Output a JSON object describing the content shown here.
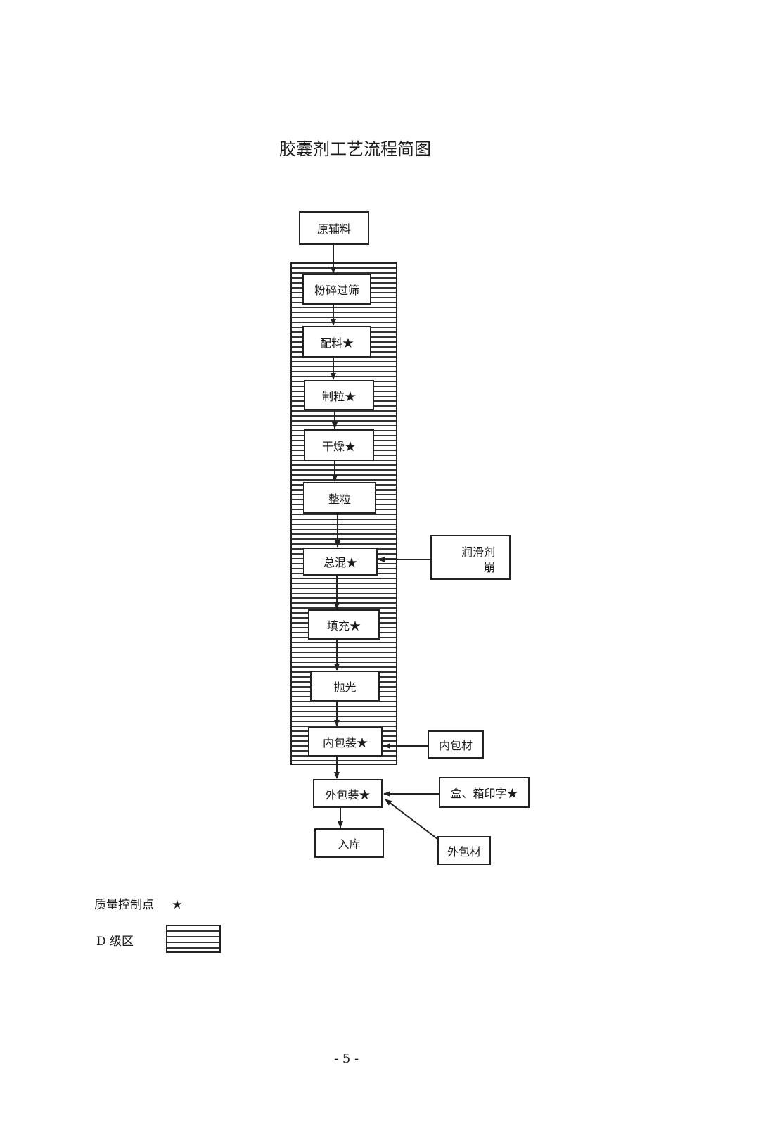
{
  "title": "胶囊剂工艺流程简图",
  "steps": {
    "raw_materials": "原辅料",
    "crush_sieve": "粉碎过筛",
    "batching": "配料★",
    "granulation": "制粒★",
    "drying": "干燥★",
    "sizing": "整粒",
    "final_mixing": "总混★",
    "filling": "填充★",
    "polishing": "抛光",
    "inner_packaging": "内包装★",
    "outer_packaging": "外包装★",
    "warehousing": "入库"
  },
  "inputs": {
    "lubricant_line1": "润滑剂",
    "lubricant_line2": "崩",
    "inner_packaging_material": "内包材",
    "box_carton_printing": "盒、箱印字★",
    "outer_packaging_material": "外包材"
  },
  "legend": {
    "quality_control_label": "质量控制点",
    "quality_control_symbol": "★",
    "d_grade_label": "D 级区"
  },
  "page_number": "- 5 -"
}
